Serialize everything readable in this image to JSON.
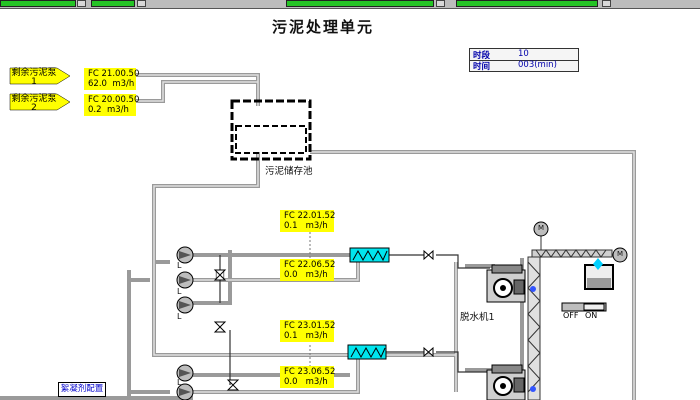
{
  "title": "污泥处理单元",
  "topbar": {
    "segments": 4
  },
  "time_table": {
    "rows": [
      {
        "key": "时段",
        "value": "10"
      },
      {
        "key": "时间",
        "value": "003(min)"
      }
    ]
  },
  "pumps_in": [
    {
      "name": "剩余污泥泵",
      "number": "1",
      "fc_tag": "FC 21.00.50",
      "fc_value": "62.0",
      "fc_unit": "m3/h"
    },
    {
      "name": "剩余污泥泵",
      "number": "2",
      "fc_tag": "FC 20.00.50",
      "fc_value": "0.2",
      "fc_unit": "m3/h"
    }
  ],
  "storage_tank": {
    "label": "污泥储存池"
  },
  "dewatering_lines": [
    {
      "fc_top_tag": "FC 22.01.52",
      "fc_top_value": "0.1",
      "fc_top_unit": "m3/h",
      "fc_bottom_tag": "FC 22.06.52",
      "fc_bottom_value": "0.0",
      "fc_bottom_unit": "m3/h"
    },
    {
      "fc_top_tag": "FC 23.01.52",
      "fc_top_value": "0.1",
      "fc_top_unit": "m3/h",
      "fc_bottom_tag": "FC 23.06.52",
      "fc_bottom_value": "0.0",
      "fc_bottom_unit": "m3/h"
    }
  ],
  "machine_label": "脱水机1",
  "pump_letter": "L",
  "motor_letter": "M",
  "switch": {
    "off": "OFF",
    "on": "ON"
  },
  "dosing_button": "絮凝剂配置",
  "colors": {
    "fc_bg": "#ffff00",
    "pipe": "#bdbdbd",
    "exchanger": "#00e5ee",
    "status_green": "#25c425"
  }
}
